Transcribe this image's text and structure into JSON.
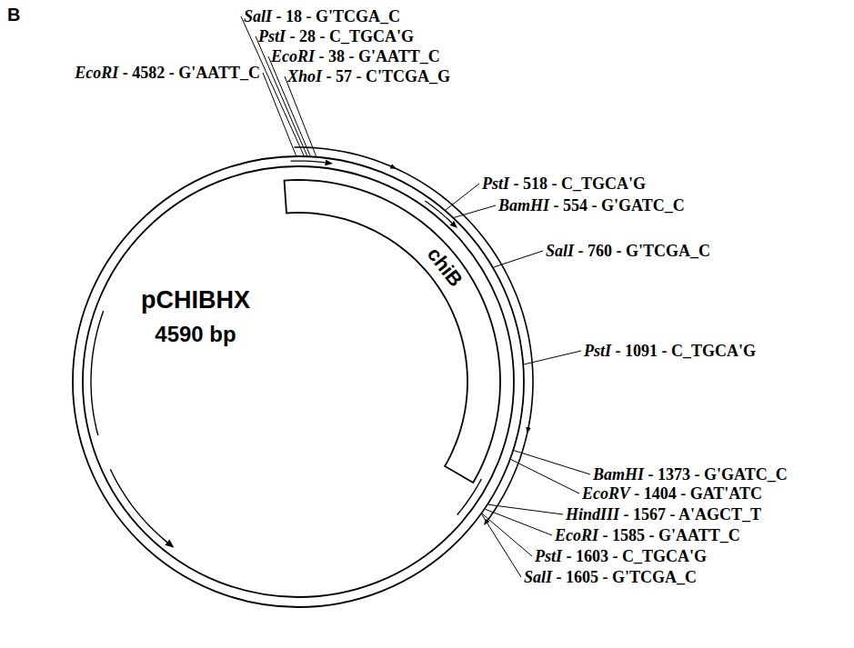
{
  "diagram": {
    "nodes": [
      {
        "text": [
          "pCHIBHX",
          "4590 bp"
        ]
      },
      {
        "text": [
          "chiB"
        ],
        "in": 0
      }
    ],
    "labels": [
      "B",
      "EcoRI - 4582 - G'AATT_C",
      "SalI - 18 - G'TCGA_C",
      "PstI - 28 - C_TGCA'G",
      "EcoRI - 38 - G'AATT_C",
      "XhoI - 57 - C'TCGA_G",
      "PstI - 518 - C_TGCA'G",
      "BamHI - 554 - G'GATC_C",
      "SalI - 760 - G'TCGA_C",
      "PstI - 1091 - C_TGCA'G",
      "BamHI - 1373 - G'GATC_C",
      "EcoRV - 1404 - GAT'ATC",
      "HindIII - 1567 - A'AGCT_T",
      "EcoRI - 1585 - G'AATT_C",
      "PstI - 1603 - C_TGCA'G",
      "SalI - 1605 - G'TCGA_C"
    ]
  }
}
